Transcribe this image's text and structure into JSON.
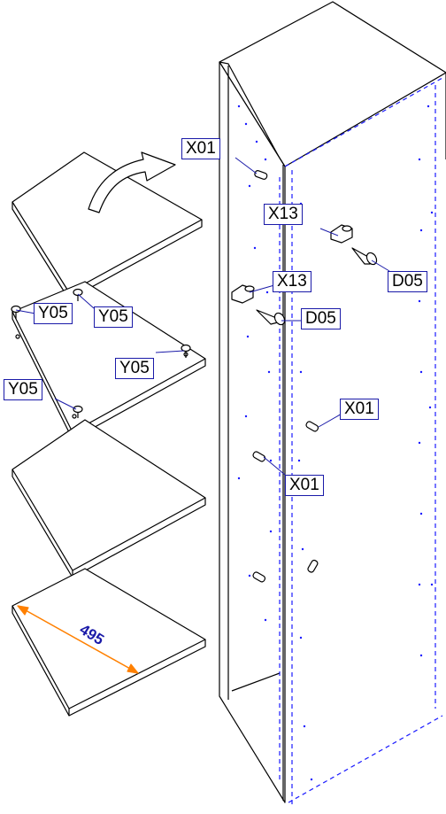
{
  "colors": {
    "line": "#000000",
    "label_border": "#1a1aa8",
    "hidden_edge": "#1a1aff",
    "dimension": "#ff8000",
    "dimension_text": "#1a1aa8"
  },
  "labels": {
    "x01_top": "X01",
    "x13_right": "X13",
    "d05_right": "D05",
    "x13_left": "X13",
    "d05_left": "D05",
    "x01_mid": "X01",
    "x01_low": "X01",
    "y05_a": "Y05",
    "y05_b": "Y05",
    "y05_c": "Y05",
    "y05_d": "Y05"
  },
  "dimension": {
    "value": "495"
  },
  "icons": [
    "rotate-arrow-icon",
    "shelf-pin-icon",
    "cam-connector-icon",
    "screw-icon",
    "dowel-icon"
  ]
}
